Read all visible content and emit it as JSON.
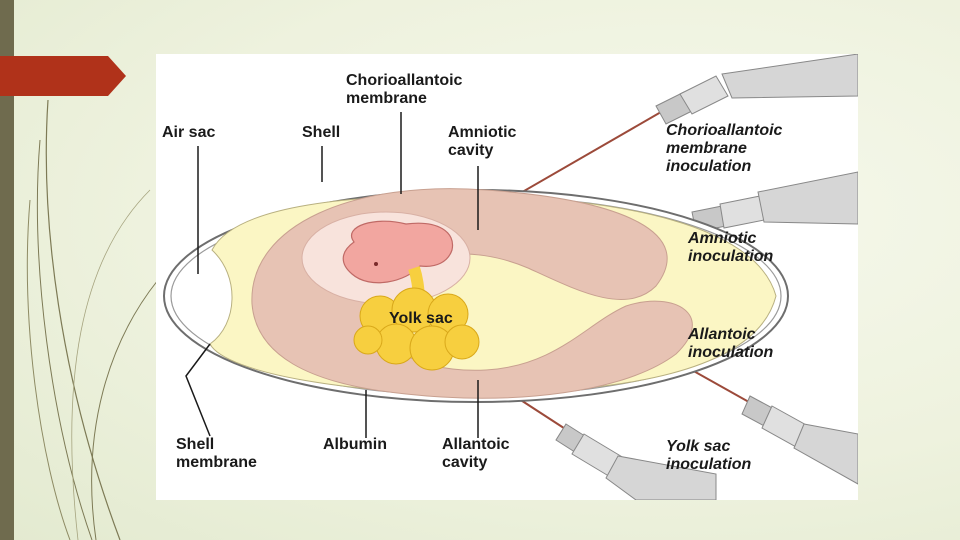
{
  "diagram": {
    "labels": {
      "chorioallantoic_membrane": [
        "Chorioallantoic",
        "membrane"
      ],
      "air_sac": [
        "Air sac"
      ],
      "shell": [
        "Shell"
      ],
      "amniotic_cavity": [
        "Amniotic",
        "cavity"
      ],
      "yolk_sac": [
        "Yolk sac"
      ],
      "shell_membrane": [
        "Shell",
        "membrane"
      ],
      "albumin": [
        "Albumin"
      ],
      "allantoic_cavity": [
        "Allantoic",
        "cavity"
      ]
    },
    "inoculations": {
      "chorioallantoic": [
        "Chorioallantoic",
        "membrane",
        "inoculation"
      ],
      "amniotic": [
        "Amniotic",
        "inoculation"
      ],
      "allantoic": [
        "Allantoic",
        "inoculation"
      ],
      "yolk_sac": [
        "Yolk sac",
        "inoculation"
      ]
    }
  },
  "colors": {
    "sidebar": "#6f6b4e",
    "tab": "#b0321a",
    "albumin": "#fbf6c4",
    "allantoic": "#e7c3b4",
    "amnion": "#f8e3dc",
    "embryo": "#f2a6a0",
    "yolk": "#f7cf3f",
    "syringe": "#d4d4d4",
    "needle": "#9c4a3a"
  }
}
